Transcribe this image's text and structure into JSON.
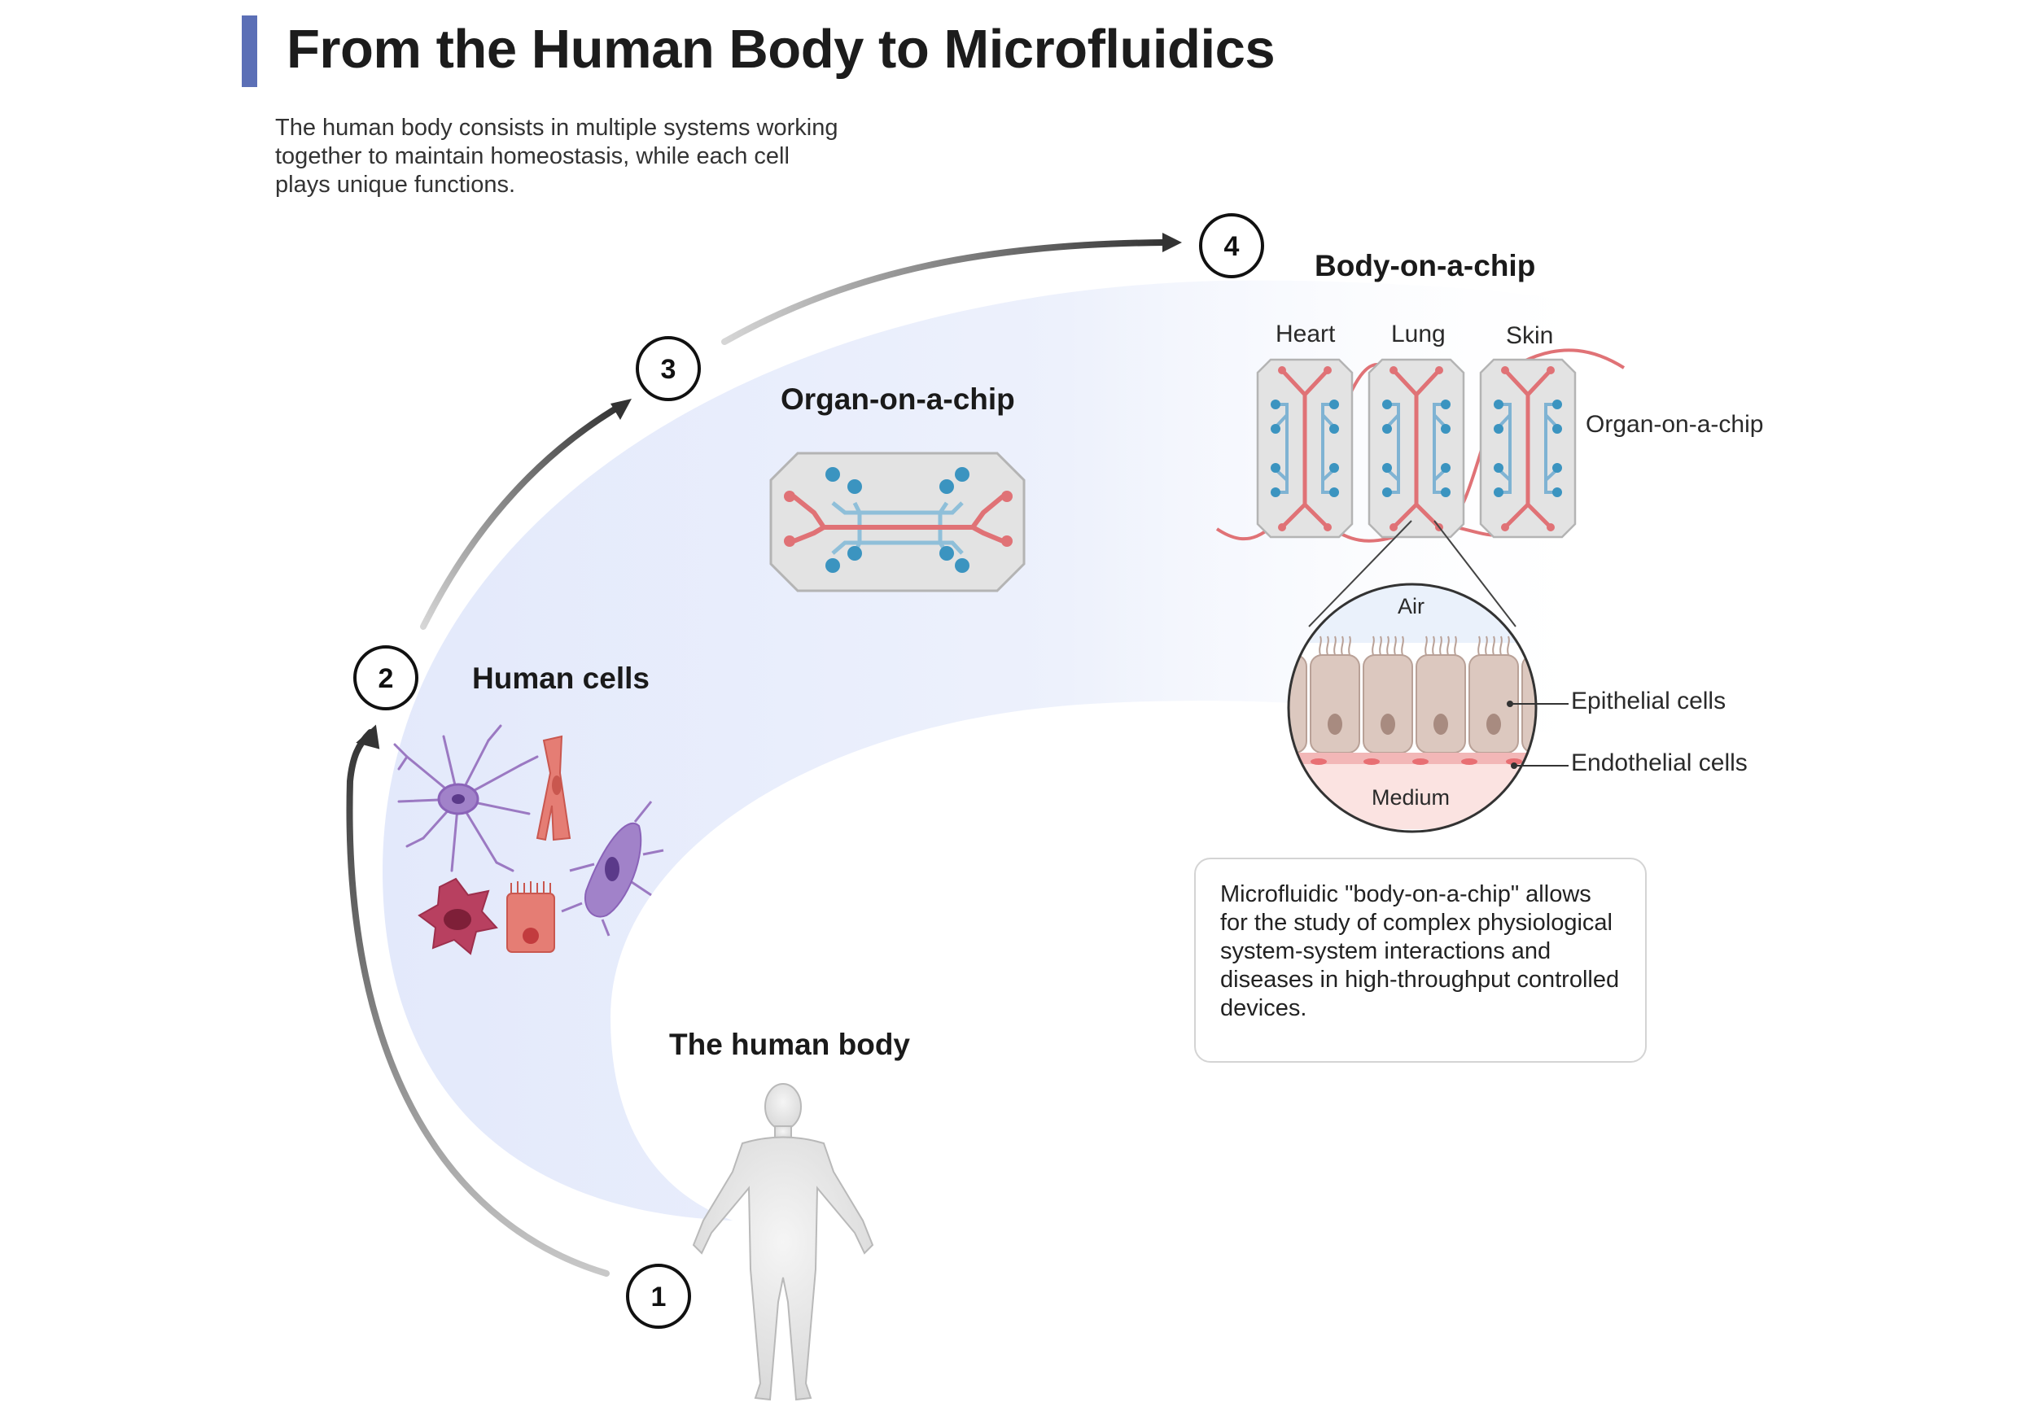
{
  "title": "From the Human Body to Microfluidics",
  "intro_text": "The human body consists in multiple systems working together to maintain homeostasis, while each cell plays unique functions.",
  "steps": [
    {
      "number": "1",
      "label": "The human body"
    },
    {
      "number": "2",
      "label": "Human cells"
    },
    {
      "number": "3",
      "label": "Organ-on-a-chip"
    },
    {
      "number": "4",
      "label": "Body-on-a-chip"
    }
  ],
  "body_on_chip": {
    "organs": [
      "Heart",
      "Lung",
      "Skin"
    ],
    "chip_label": "Organ-on-a-chip",
    "zoom": {
      "top_label": "Air",
      "bottom_label": "Medium",
      "epithelial_label": "Epithelial cells",
      "endothelial_label": "Endothelial cells"
    }
  },
  "description": "Microfluidic \"body-on-a-chip\" allows for the study of complex physiological system-system interactions and diseases in high-throughput controlled devices.",
  "colors": {
    "accent_bar": "#5b6fb6",
    "flow_band": "#e6ebfb",
    "channel_red": "#e07276",
    "channel_blue": "#7fb3d3",
    "port_blue": "#3b94c0",
    "chip_fill": "#e3e3e3"
  }
}
